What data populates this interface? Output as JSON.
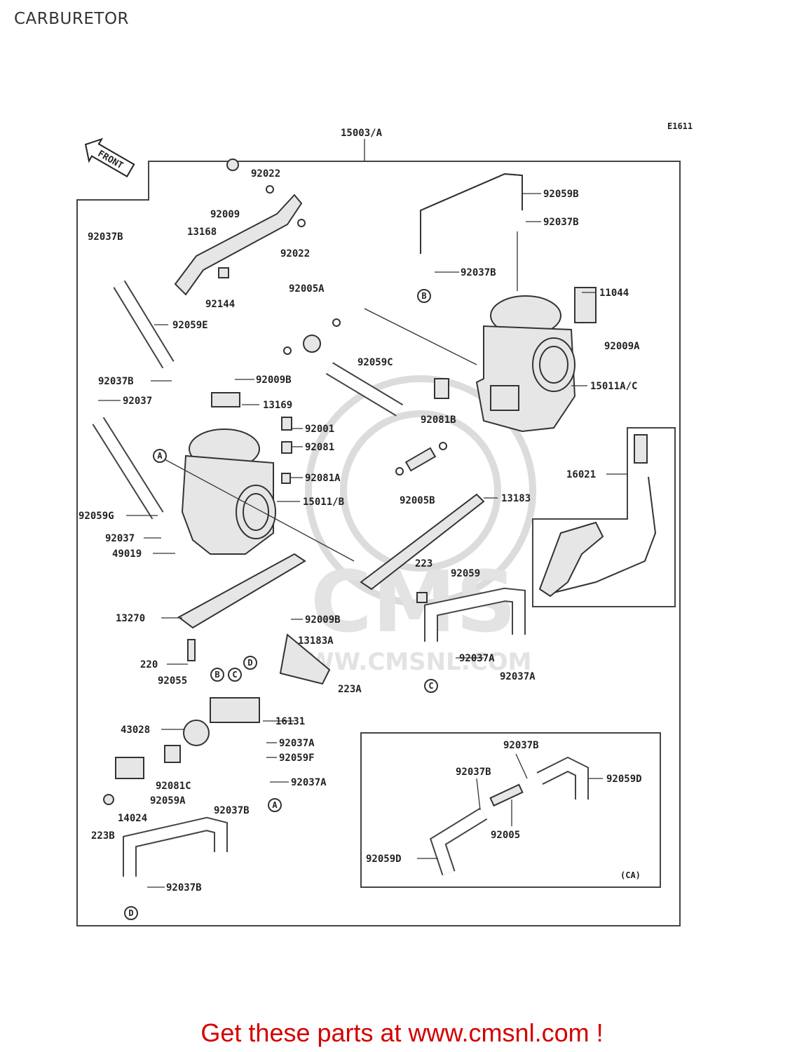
{
  "page": {
    "title": "CARBURETOR"
  },
  "diagram": {
    "code": "E1611",
    "assembly": "15003/A",
    "front_label": "FRONT",
    "ca_label": "(CA)",
    "watermark_brand": "CMS",
    "watermark_url": "WWW.CMSNL.COM",
    "markers": [
      "A",
      "B",
      "C",
      "D"
    ],
    "labels": [
      "92022",
      "92009",
      "13168",
      "92022",
      "92144",
      "92037B",
      "92059E",
      "92037B",
      "92037",
      "92059G",
      "92037",
      "49019",
      "92005A",
      "92059C",
      "92009B",
      "13169",
      "92001",
      "92081",
      "92081A",
      "15011/B",
      "92059B",
      "92037B",
      "92037B",
      "11044",
      "92009A",
      "15011A/C",
      "92081B",
      "92005B",
      "16021",
      "13183",
      "223",
      "92059",
      "13270",
      "92009B",
      "13183A",
      "220",
      "223A",
      "92037A",
      "92037A",
      "92055",
      "16131",
      "43028",
      "92037A",
      "92059F",
      "92037A",
      "92081C",
      "14024",
      "92059A",
      "223B",
      "92037B",
      "92037B",
      "92037B",
      "92037B",
      "92059D",
      "92005",
      "92059D"
    ]
  },
  "footer": {
    "promo": "Get these parts at www.cmsnl.com !"
  }
}
